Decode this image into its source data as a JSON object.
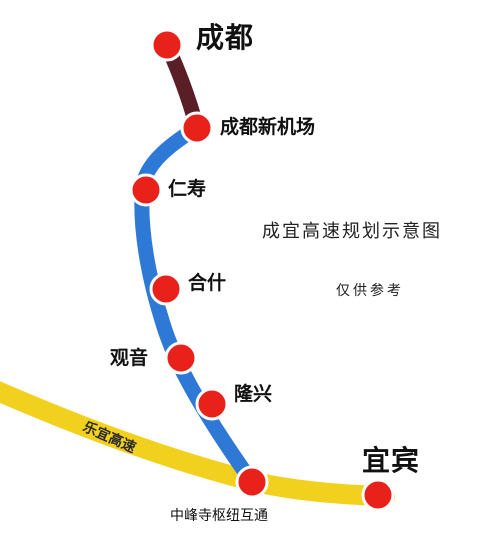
{
  "map": {
    "title": "成宜高速规划示意图",
    "note": "仅供参考",
    "colors": {
      "planned_route": "#2f79d6",
      "existing_segment": "#5a1f26",
      "leyi_expressway": "#f2d11e",
      "station_fill": "#e8211a",
      "station_border": "#ffffff"
    },
    "stations": [
      {
        "id": "chengdu",
        "name": "成都"
      },
      {
        "id": "chengdu-new-airport",
        "name": "成都新机场"
      },
      {
        "id": "renshou",
        "name": "仁寿"
      },
      {
        "id": "heshi",
        "name": "合什"
      },
      {
        "id": "guanyin",
        "name": "观音"
      },
      {
        "id": "longxing",
        "name": "隆兴"
      },
      {
        "id": "zhongfengsi",
        "name": "中峰寺枢纽互通"
      },
      {
        "id": "yibin",
        "name": "宜宾"
      }
    ],
    "road_label": "乐宜高速"
  }
}
